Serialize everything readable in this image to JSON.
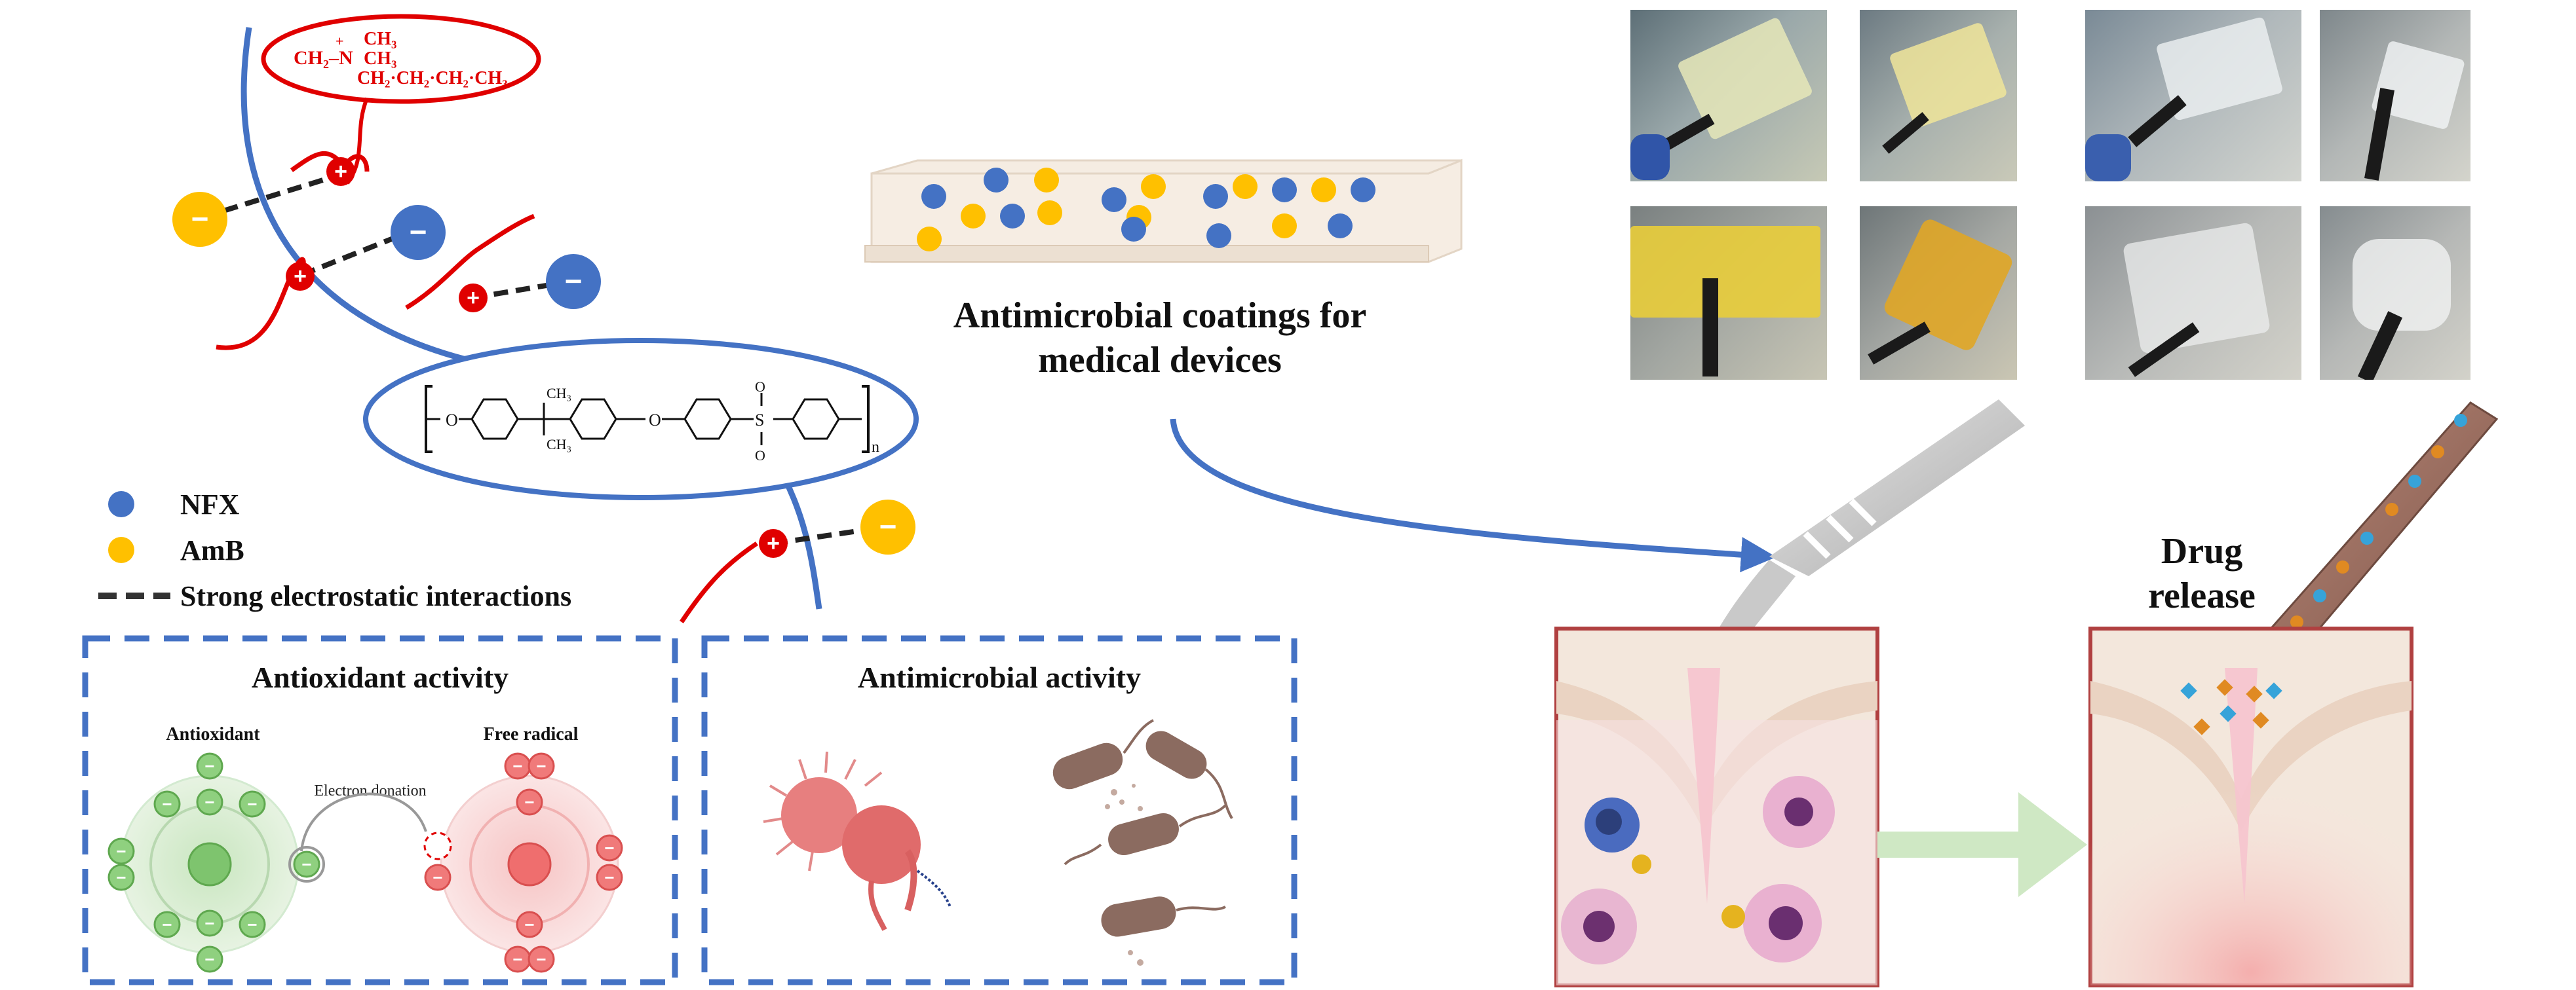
{
  "legend": {
    "nfx_label": "NFX",
    "amb_label": "AmB",
    "interaction_label": "Strong electrostatic interactions",
    "nfx_color": "#4472C4",
    "amb_color": "#FFC000"
  },
  "chem": {
    "quat_left": "CH₂–N",
    "quat_top": "CH₃",
    "quat_mid": "CH₃",
    "quat_bottom": "CH₂·CH₂·CH₂·CH₃",
    "psu_me_top": "CH₃",
    "psu_me_bottom": "CH₃",
    "psu_o1": "O",
    "psu_o2": "O",
    "psu_s": "S",
    "psu_so_top": "O",
    "psu_so_bottom": "O",
    "psu_n": "n"
  },
  "coating": {
    "title_line1": "Antimicrobial coatings for",
    "title_line2": "medical devices"
  },
  "drug": {
    "line1": "Drug",
    "line2": "release"
  },
  "antioxidant_panel": {
    "title": "Antioxidant activity",
    "antioxidant_label": "Antioxidant",
    "free_radical_label": "Free radical",
    "electron_label": "Electron donation"
  },
  "antimicrobial_panel": {
    "title": "Antimicrobial activity"
  },
  "charges": {
    "plus": "+",
    "minus": "−"
  }
}
